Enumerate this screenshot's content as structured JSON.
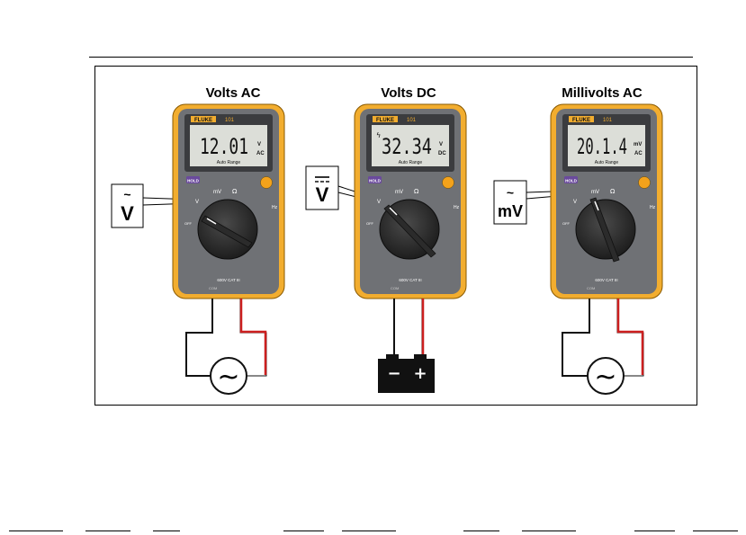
{
  "panels": [
    {
      "title": "Volts AC",
      "brand": "FLUKE",
      "model": "101",
      "display_value": "12.01",
      "display_unit_top": "V",
      "display_unit_bottom": "AC",
      "auto_range": "Auto Range",
      "hold_label": "HOLD",
      "callout_symbol": "V",
      "callout_mark": "~",
      "source": "ac"
    },
    {
      "title": "Volts DC",
      "brand": "FLUKE",
      "model": "101",
      "display_value": "32.34",
      "display_unit_top": "V",
      "display_unit_bottom": "DC",
      "auto_range": "Auto Range",
      "hold_label": "HOLD",
      "callout_symbol": "V",
      "callout_mark": "dc",
      "source": "battery"
    },
    {
      "title": "Millivolts AC",
      "brand": "FLUKE",
      "model": "101",
      "display_value": "20.1.4",
      "display_unit_top": "mV",
      "display_unit_bottom": "AC",
      "auto_range": "Auto Range",
      "hold_label": "HOLD",
      "callout_symbol": "mV",
      "callout_mark": "~",
      "source": "ac"
    }
  ],
  "dial_labels": {
    "mv": "mV",
    "ohm": "Ω",
    "hz": "Hz",
    "off": "OFF",
    "v": "V"
  },
  "terminal_label": "600V CAT III",
  "terminal_names": {
    "com": "COM"
  },
  "battery_minus": "−",
  "battery_plus": "+",
  "ac_source_symbol": "~",
  "colors": {
    "meter_yellow": "#f2ad2f",
    "meter_body": "#6f7175",
    "lcd": "#dcded8",
    "lead_red": "#cc1f1f",
    "lead_black": "#111111",
    "hold_purple": "#6a4a9c",
    "knob_orange": "#f3a21b"
  }
}
